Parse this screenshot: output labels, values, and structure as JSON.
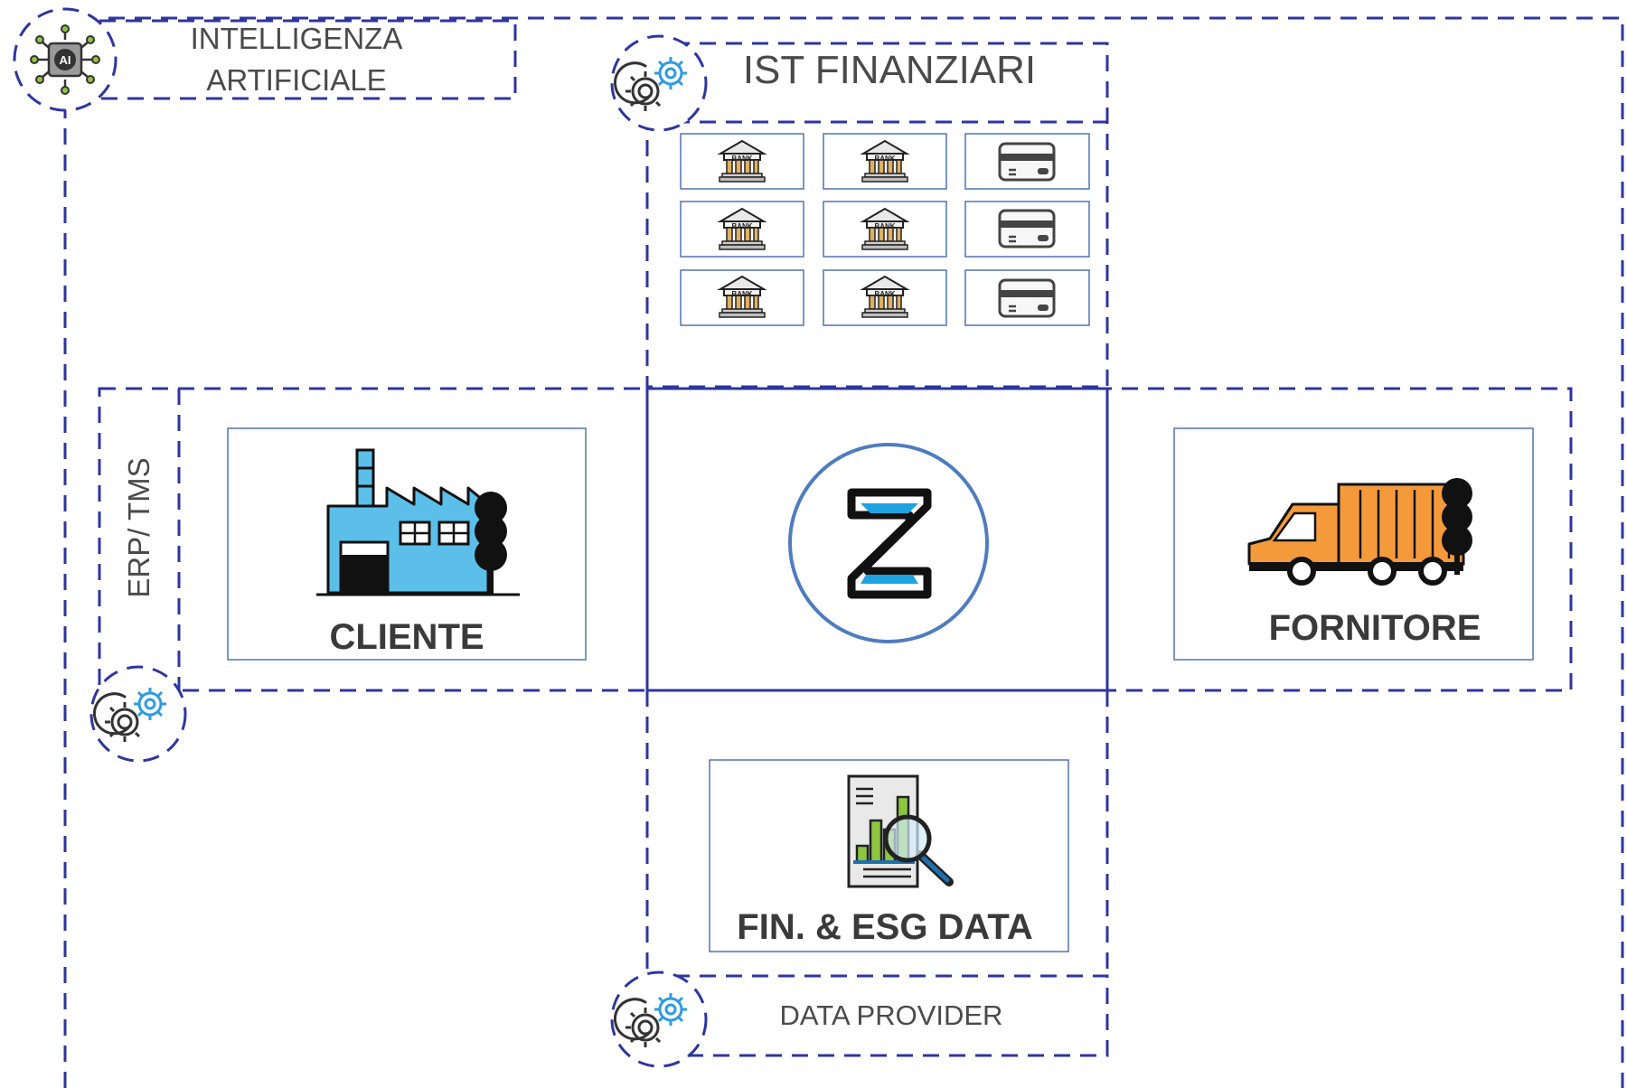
{
  "ai_box": {
    "line1": "INTELLIGENZA",
    "line2": "ARTIFICIALE"
  },
  "finance": {
    "title": "IST FINANZIARI",
    "bank_text": "BANK"
  },
  "erp": {
    "label": "ERP/ TMS"
  },
  "cliente": {
    "label": "CLIENTE"
  },
  "fornitore": {
    "label": "FORNITORE"
  },
  "data": {
    "label": "FIN. & ESG DATA",
    "provider": "DATA PROVIDER"
  },
  "ai_icon": {
    "text": "AI"
  },
  "icons": {
    "ai": "ai-chip-icon",
    "bank": "bank-icon",
    "card": "credit-card-icon",
    "gear": "gear-icon",
    "factory": "factory-icon",
    "truck": "truck-icon",
    "hourglass": "hourglass-logo-icon",
    "report": "data-report-icon"
  },
  "colors": {
    "dashed_line": "#2d35a0",
    "box_border": "#4f74b8",
    "logo_ring": "#4f7cc0",
    "factory_blue": "#5bbfea",
    "truck_orange": "#f59a3b",
    "hourglass_sand": "#1ea3e0",
    "gear_accent": "#2f9be0"
  }
}
